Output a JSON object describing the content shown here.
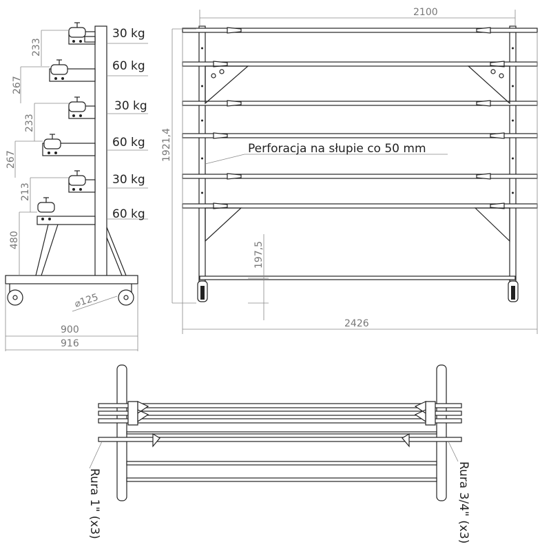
{
  "side_view": {
    "loads": [
      "30 kg",
      "60 kg",
      "30 kg",
      "60 kg",
      "30 kg",
      "60 kg"
    ],
    "spacing_dims": [
      "233",
      "267",
      "233",
      "267",
      "213"
    ],
    "bottom_height": "480",
    "wheel_diameter": "⌀125",
    "inner_width": "900",
    "outer_width": "916"
  },
  "front_view": {
    "bar_length": "2100",
    "total_height": "1921,4",
    "total_length": "2426",
    "bottom_bar_height": "197,5",
    "perforation_note": "Perforacja na słupie co 50 mm"
  },
  "top_view": {
    "pipe_left_label": "Rura 1\" (x3)",
    "pipe_right_label": "Rura 3/4\" (x3)"
  }
}
